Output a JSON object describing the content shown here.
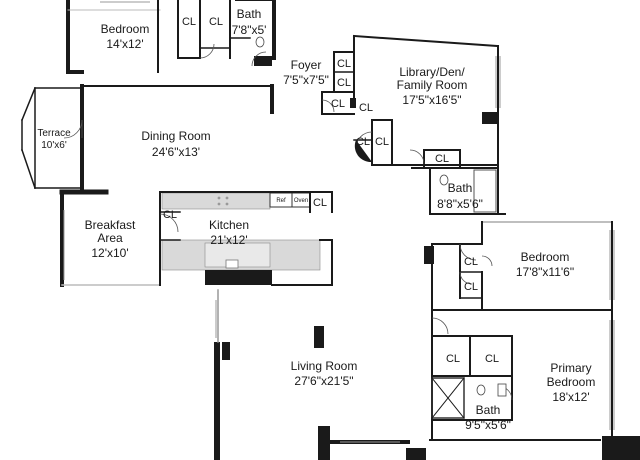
{
  "rooms": {
    "bedroom_top": {
      "name": "Bedroom",
      "dim": "14'x12'"
    },
    "bath_top": {
      "name": "Bath",
      "dim": "7'8\"x5'"
    },
    "foyer": {
      "name": "Foyer",
      "dim": "7'5\"x7'5\""
    },
    "library": {
      "name_line1": "Library/Den/",
      "name_line2": "Family Room",
      "dim": "17'5\"x16'5\""
    },
    "terrace": {
      "name": "Terrace",
      "dim": "10'x6'"
    },
    "dining": {
      "name": "Dining Room",
      "dim": "24'6\"x13'"
    },
    "bath_mid": {
      "name": "Bath",
      "dim": "8'8\"x5'6\""
    },
    "breakfast": {
      "name_line1": "Breakfast",
      "name_line2": "Area",
      "dim": "12'x10'"
    },
    "kitchen": {
      "name": "Kitchen",
      "dim": "21'x12'"
    },
    "bedroom_right": {
      "name": "Bedroom",
      "dim": "17'8\"x11'6\""
    },
    "living": {
      "name": "Living Room",
      "dim": "27'6\"x21'5\""
    },
    "primary": {
      "name_line1": "Primary",
      "name_line2": "Bedroom",
      "dim": "18'x12'"
    },
    "bath_bottom": {
      "name": "Bath",
      "dim": "9'5\"x5'6\""
    }
  },
  "closet_label": "CL",
  "appliances": {
    "ref": "Ref",
    "oven": "Oven"
  },
  "colors": {
    "wall": "#1a1a1a",
    "counter": "#d9d9d9",
    "window": "#9a9a9a",
    "background": "#ffffff"
  }
}
